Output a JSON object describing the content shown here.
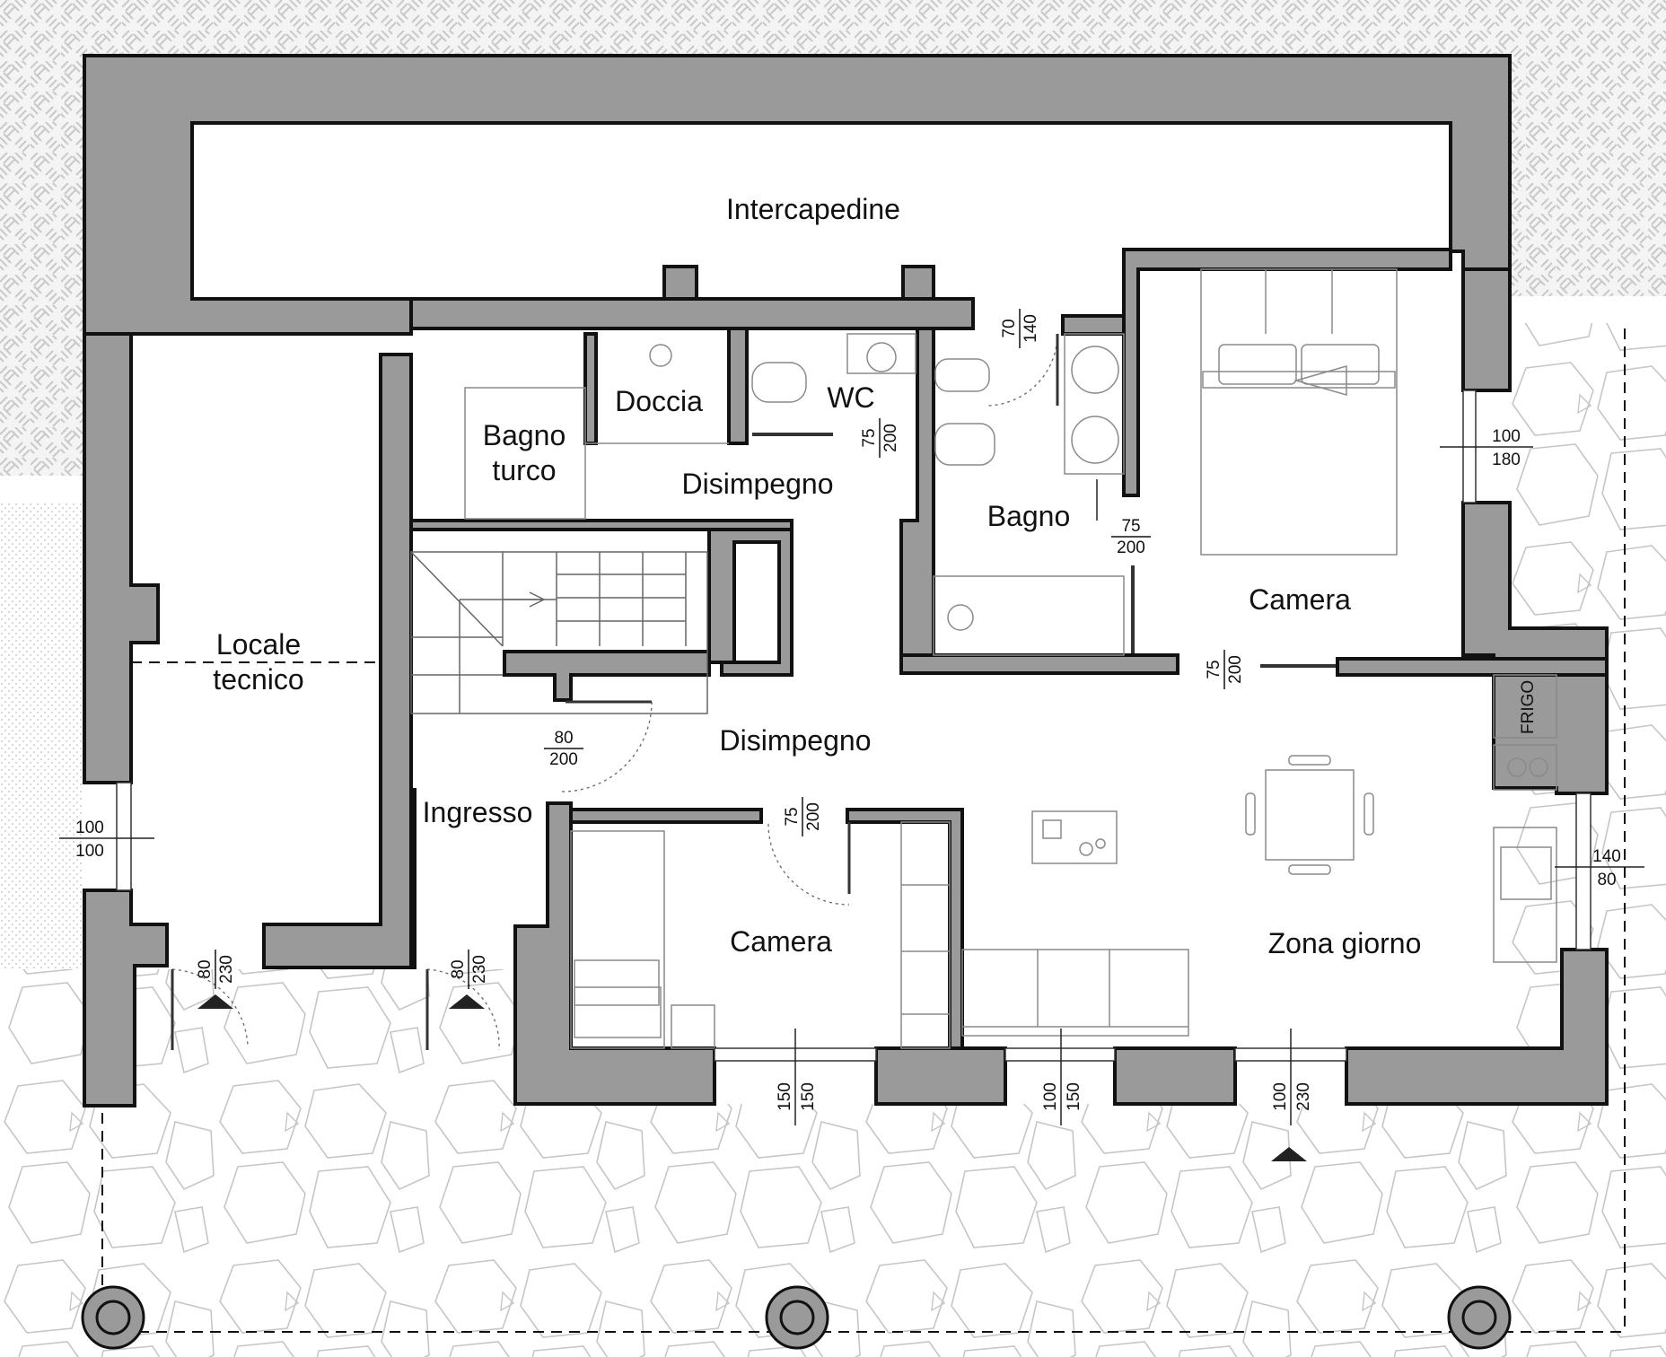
{
  "rooms": {
    "intercapedine": "Intercapedine",
    "locale_1": "Locale",
    "locale_2": "tecnico",
    "bagno_turco_1": "Bagno",
    "bagno_turco_2": "turco",
    "doccia": "Doccia",
    "wc": "WC",
    "disimpegno_top": "Disimpegno",
    "bagno": "Bagno",
    "camera_ne": "Camera",
    "disimpegno_center": "Disimpegno",
    "ingresso": "Ingresso",
    "camera_sw": "Camera",
    "zona_giorno": "Zona giorno"
  },
  "labels": {
    "frigo": "FRIGO"
  },
  "openings": {
    "d_bagno_top": {
      "w": "70",
      "h": "140"
    },
    "d_wc": {
      "w": "75",
      "h": "200"
    },
    "w_camera_e": {
      "w": "100",
      "h": "180"
    },
    "d_bagno": {
      "w": "75",
      "h": "200"
    },
    "d_camera_ne": {
      "w": "75",
      "h": "200"
    },
    "d_ingresso": {
      "w": "80",
      "h": "200"
    },
    "w_locale": {
      "w": "100",
      "h": "100"
    },
    "d_camera_sw": {
      "w": "75",
      "h": "200"
    },
    "w_cucina": {
      "w": "140",
      "h": "80"
    },
    "d_locale_ext": {
      "w": "80",
      "h": "230"
    },
    "d_ingresso_ext": {
      "w": "80",
      "h": "230"
    },
    "w_camera_s": {
      "w": "150",
      "h": "150"
    },
    "w_giorno_s1": {
      "w": "100",
      "h": "150"
    },
    "w_giorno_s2": {
      "w": "100",
      "h": "230"
    }
  },
  "colors": {
    "wall_fill": "#9a9a9a",
    "outline": "#111111",
    "hatch": "#cfcfcf",
    "stone": "#c6c6c6"
  }
}
